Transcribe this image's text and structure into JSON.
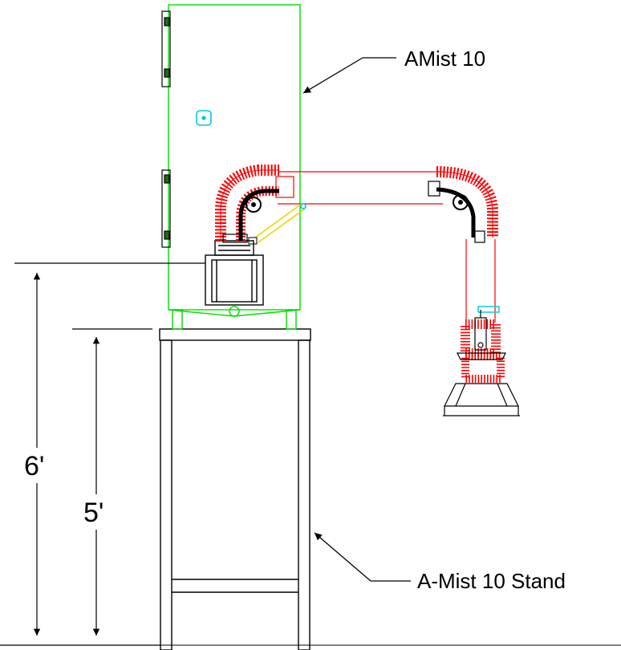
{
  "labels": {
    "unit_callout": "AMist 10",
    "stand_callout": "A-Mist 10 Stand",
    "dim_overall": "6'",
    "dim_stand": "5'"
  },
  "colors": {
    "unit_outline": "#00dd00",
    "hose": "#ff0000",
    "tube": "#ff0000",
    "support_arm": "#e8d800",
    "marker": "#00c8e0",
    "line": "#000000"
  }
}
